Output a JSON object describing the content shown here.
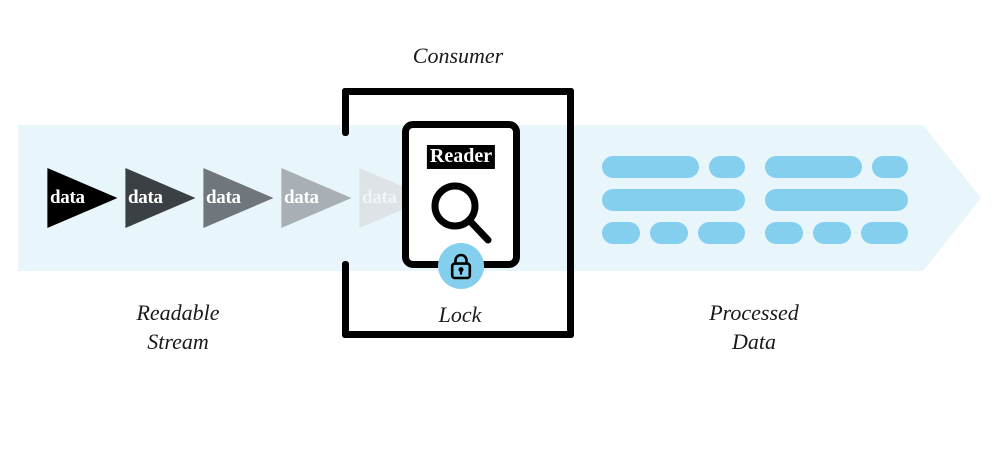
{
  "diagram": {
    "title": "Readable Stream Consumer",
    "colors": {
      "band": "#e8f6fb",
      "accent": "#85cfee",
      "ink": "#000000",
      "caption": "#1a1a1a"
    }
  },
  "flow": {
    "band_name": "stream-flow-band",
    "chips": [
      {
        "label": "data",
        "color": "#000000"
      },
      {
        "label": "data",
        "color": "#3b4044"
      },
      {
        "label": "data",
        "color": "#6f767c"
      },
      {
        "label": "data",
        "color": "#a9b0b5"
      },
      {
        "label": "data",
        "color": "#dde3e6"
      }
    ]
  },
  "consumer": {
    "title": "Consumer",
    "reader": {
      "badge": "Reader",
      "icon": "magnifier-icon"
    },
    "lock": {
      "icon": "lock-icon",
      "caption": "Lock"
    }
  },
  "captions": {
    "readable_stream": "Readable\nStream",
    "processed_data": "Processed\nData"
  },
  "processed_data": {
    "columns": [
      {
        "rows": [
          [
            122,
            46
          ],
          [
            178
          ],
          [
            56,
            56,
            78
          ]
        ]
      },
      {
        "rows": [
          [
            122,
            46
          ],
          [
            178
          ],
          [
            56,
            56,
            78
          ]
        ]
      }
    ]
  }
}
